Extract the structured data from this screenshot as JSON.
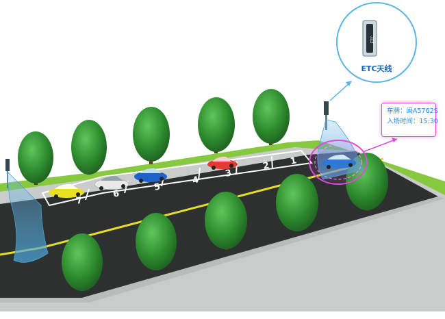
{
  "antenna": {
    "label": "ETC天线",
    "panel_text": "ETC"
  },
  "info": {
    "plate_label": "车牌：",
    "plate_value": "闽A5762S",
    "time_label": "入场时间：",
    "time_value": "15:30"
  },
  "spaces": [
    {
      "number": "1",
      "occupied": false
    },
    {
      "number": "2",
      "occupied": false
    },
    {
      "number": "3",
      "occupied": true,
      "car_color": "#e53935"
    },
    {
      "number": "4",
      "occupied": false
    },
    {
      "number": "5",
      "occupied": true,
      "car_color": "#1e63c9"
    },
    {
      "number": "6",
      "occupied": true,
      "car_color": "#e8e8e8"
    },
    {
      "number": "7",
      "occupied": true,
      "car_color": "#e8e020"
    }
  ],
  "colors": {
    "road": "#2c302e",
    "sidewalk": "#c9cccb",
    "lane_line": "#e8dd2a",
    "grass": "#86c83e",
    "tree": "#2e8b2e",
    "highlight": "#e04ad8",
    "beam": "#4aa3d8",
    "accent": "#1e88e5"
  }
}
